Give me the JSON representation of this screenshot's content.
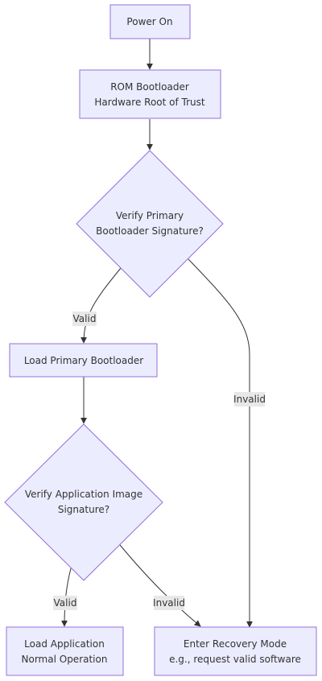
{
  "nodes": {
    "power_on": [
      "Power On"
    ],
    "rom_bootloader": [
      "ROM Bootloader",
      "Hardware Root of Trust"
    ],
    "verify_primary": [
      "Verify Primary",
      "Bootloader Signature?"
    ],
    "load_primary": [
      "Load Primary Bootloader"
    ],
    "verify_app": [
      "Verify Application Image",
      "Signature?"
    ],
    "load_app": [
      "Load Application",
      "Normal Operation"
    ],
    "recovery": [
      "Enter Recovery Mode",
      "e.g., request valid software"
    ]
  },
  "edges": {
    "primary_valid": "Valid",
    "primary_invalid": "Invalid",
    "app_valid": "Valid",
    "app_invalid": "Invalid"
  },
  "colors": {
    "node_fill": "#ECECFF",
    "node_stroke": "#9370DB",
    "edge": "#333333",
    "label_bg": "#E8E8E8"
  }
}
